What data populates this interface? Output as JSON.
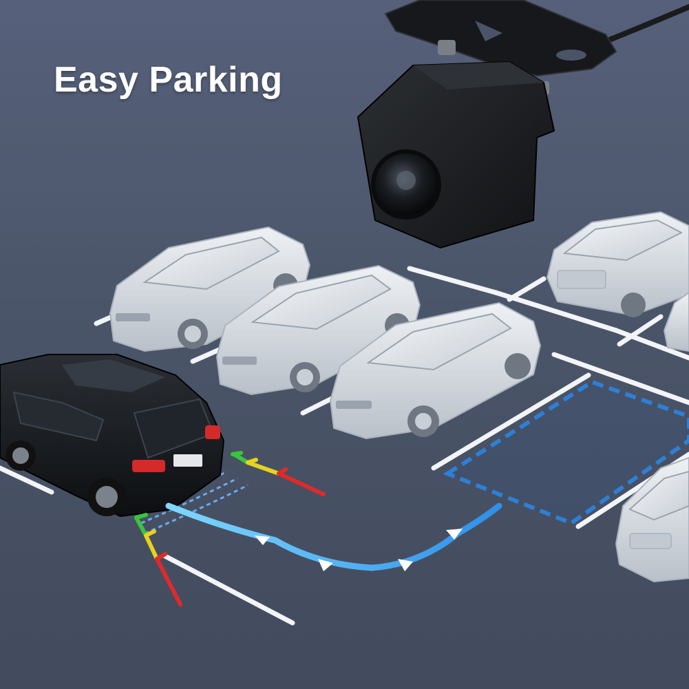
{
  "headline": "Easy Parking",
  "colors": {
    "asphalt": "#4b5569",
    "parking_line": "#ffffff",
    "guide_green": "#3cc43c",
    "guide_yellow": "#e8d21e",
    "guide_red": "#e02a2a",
    "path_blue": "#2f8fe8",
    "slot_blue": "#2e7fd6",
    "parked_car": "#d8dde3",
    "dark_suv": "#15181c",
    "camera_body": "#1d1f22"
  },
  "illustration": {
    "product": "rear-view-camera",
    "elements": [
      "parked-cars",
      "black-suv",
      "parking-guide-lines",
      "reverse-path-arrows",
      "target-parking-slot",
      "sonar-waves"
    ]
  }
}
